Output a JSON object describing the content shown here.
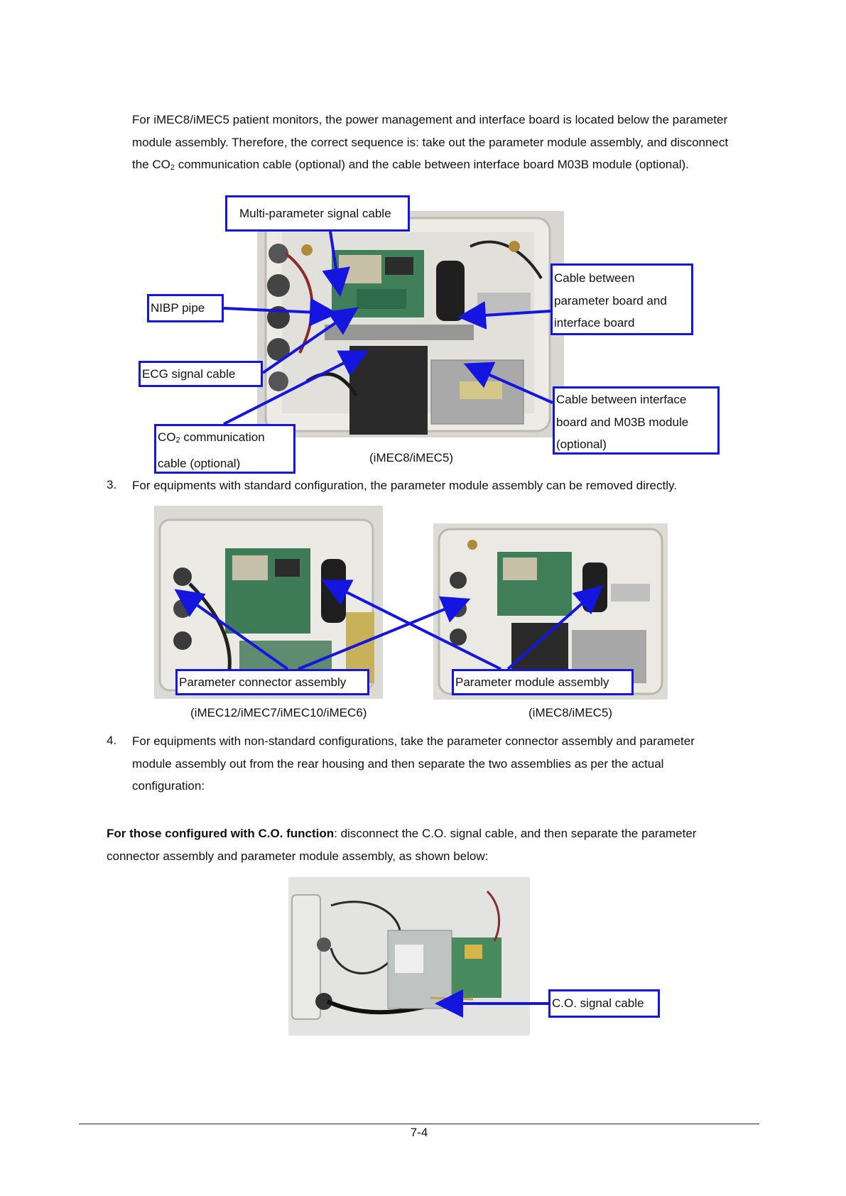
{
  "intro": {
    "line1": "For iMEC8/iMEC5 patient monitors, the power management and interface board is located below the parameter",
    "line2": "module assembly. Therefore, the correct sequence is: take out the parameter module assembly, and disconnect",
    "line3_pre": "the CO",
    "line3_sub": "2",
    "line3_post": " communication cable (optional) and the cable between interface board M03B module (optional)."
  },
  "figure1": {
    "callouts": {
      "multi_param": "Multi-parameter signal cable",
      "nibp": "NIBP pipe",
      "ecg": "ECG signal cable",
      "co2_line1_pre": "CO",
      "co2_line1_sub": "2",
      "co2_line1_post": " communication",
      "co2_line2": "cable (optional)",
      "cable_param_interface_l1": "Cable between",
      "cable_param_interface_l2": "parameter board and",
      "cable_param_interface_l3": "interface board",
      "cable_interface_m03b_l1": "Cable between interface",
      "cable_interface_m03b_l2": "board and M03B module",
      "cable_interface_m03b_l3": "(optional)"
    },
    "caption": "(iMEC8/iMEC5)"
  },
  "step3": {
    "number": "3.",
    "text": "For equipments with standard configuration, the parameter module assembly can be removed directly."
  },
  "figure2": {
    "callout_left": "Parameter connector assembly",
    "callout_right": "Parameter module assembly",
    "caption_left": "(iMEC12/iMEC7/iMEC10/iMEC6)",
    "caption_right": "(iMEC8/iMEC5)"
  },
  "step4": {
    "number": "4.",
    "line1": "For equipments with non-standard configurations, take the parameter connector assembly and parameter",
    "line2": "module assembly out from the rear housing and then separate the two assemblies as per the actual",
    "line3": "configuration:"
  },
  "co_section": {
    "bold": "For those configured with C.O. function",
    "rest": ": disconnect the C.O. signal cable, and then separate the parameter",
    "line2": "connector assembly and parameter module assembly, as shown below:"
  },
  "figure3": {
    "callout": "C.O. signal cable"
  },
  "footer": {
    "page_number": "7-4"
  },
  "colors": {
    "callout_border": "#1515e0",
    "arrow": "#1515e0"
  }
}
